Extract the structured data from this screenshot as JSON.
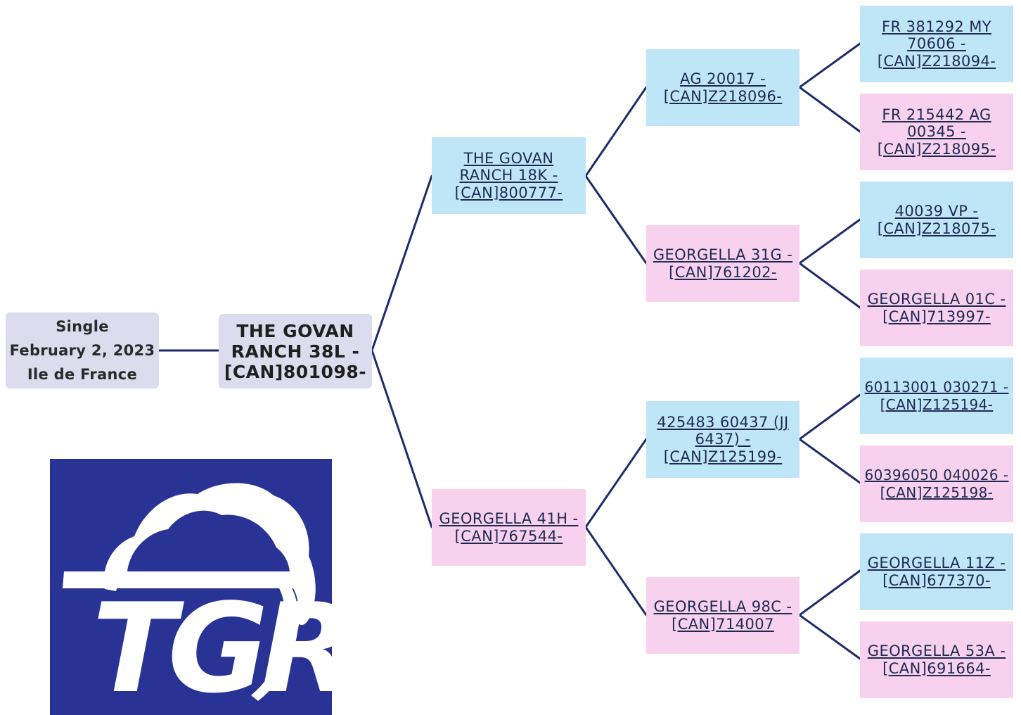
{
  "info": {
    "line1": "Single",
    "line2": "February 2, 2023",
    "line3": "Ile de France"
  },
  "subject": {
    "label": "THE GOVAN RANCH 38L -[CAN]801098-"
  },
  "sire": {
    "label": "THE GOVAN RANCH 18K -[CAN]800777-"
  },
  "dam": {
    "label": "GEORGELLA 41H -[CAN]767544-"
  },
  "sire_sire": {
    "label": "AG 20017 -[CAN]Z218096-"
  },
  "sire_dam": {
    "label": "GEORGELLA 31G -[CAN]761202-"
  },
  "dam_sire": {
    "label": "425483 60437 (JJ 6437) -[CAN]Z125199-"
  },
  "dam_dam": {
    "label": "GEORGELLA 98C -[CAN]714007"
  },
  "sire_sire_sire": {
    "label": "FR 381292 MY 70606 -[CAN]Z218094-"
  },
  "sire_sire_dam": {
    "label": "FR 215442 AG 00345 -[CAN]Z218095-"
  },
  "sire_dam_sire": {
    "label": "40039 VP -[CAN]Z218075-"
  },
  "sire_dam_dam": {
    "label": "GEORGELLA 01C -[CAN]713997-"
  },
  "dam_sire_sire": {
    "label": "60113001 030271 -[CAN]Z125194-"
  },
  "dam_sire_dam": {
    "label": "60396050 040026 -[CAN]Z125198-"
  },
  "dam_dam_sire": {
    "label": "GEORGELLA 11Z -[CAN]677370-"
  },
  "dam_dam_dam": {
    "label": "GEORGELLA 53A -[CAN]691664-"
  },
  "logo": {
    "text": "TGR",
    "icon": "bull-head-logo"
  },
  "colors": {
    "sire_box": "#bfe6f7",
    "dam_box": "#f8d1ee",
    "info_box": "#dcdcef",
    "connector": "#1e2a6b",
    "logo_bg": "#293396"
  }
}
